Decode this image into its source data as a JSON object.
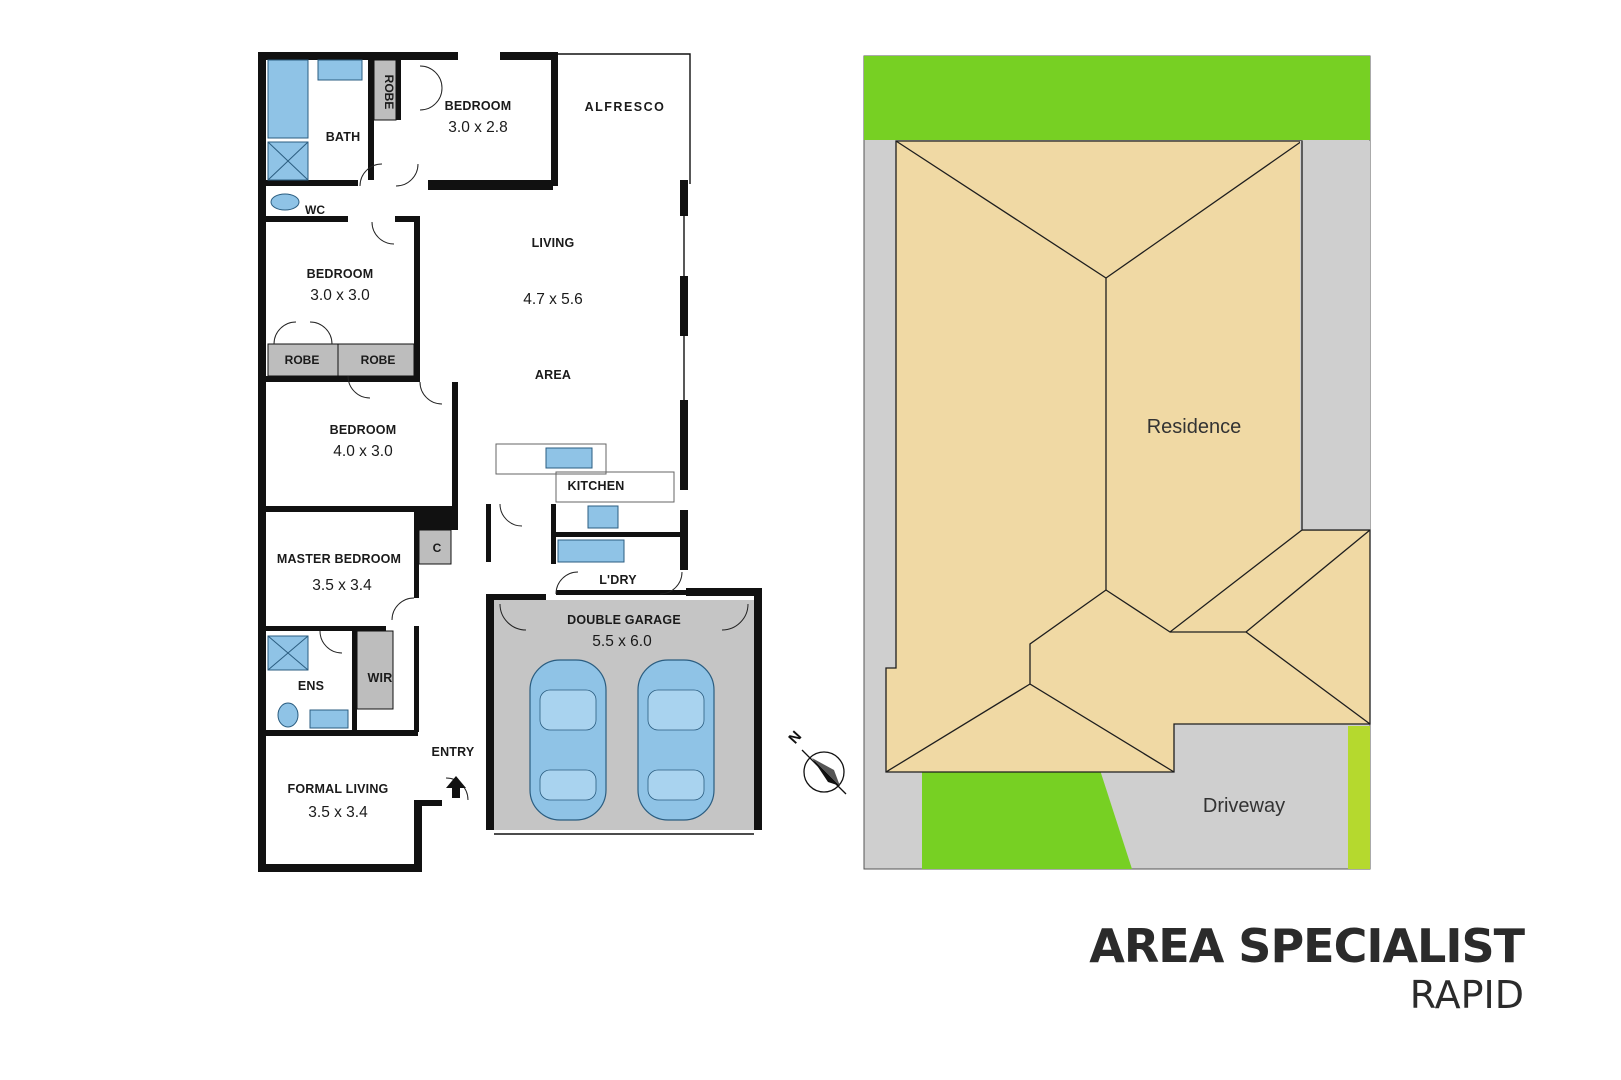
{
  "floor_plan": {
    "rooms": {
      "bath": {
        "name": "BATH"
      },
      "wc": {
        "name": "WC"
      },
      "robe_top": {
        "name": "ROBE"
      },
      "bedroom_top": {
        "name": "BEDROOM",
        "size": "3.0 x 2.8"
      },
      "alfresco": {
        "name": "ALFRESCO"
      },
      "bedroom_mid": {
        "name": "BEDROOM",
        "size": "3.0 x 3.0"
      },
      "robe_left": {
        "name": "ROBE"
      },
      "robe_right": {
        "name": "ROBE"
      },
      "living": {
        "name": "LIVING",
        "size": "4.7 x 5.6",
        "area_word": "AREA"
      },
      "bedroom_low": {
        "name": "BEDROOM",
        "size": "4.0 x 3.0"
      },
      "kitchen": {
        "name": "KITCHEN"
      },
      "cupboard": {
        "name": "C"
      },
      "laundry": {
        "name": "L'DRY"
      },
      "master": {
        "name": "MASTER BEDROOM",
        "size": "3.5 x 3.4"
      },
      "ens": {
        "name": "ENS"
      },
      "wir": {
        "name": "WIR"
      },
      "garage": {
        "name": "DOUBLE GARAGE",
        "size": "5.5 x 6.0"
      },
      "entry": {
        "name": "ENTRY"
      },
      "formal": {
        "name": "FORMAL LIVING",
        "size": "3.5 x 3.4"
      }
    },
    "compass": {
      "label": "N"
    }
  },
  "site_plan": {
    "residence_label": "Residence",
    "driveway_label": "Driveway",
    "colors": {
      "grass": "#77d023",
      "roof": "#f0d9a4",
      "paving": "#cfcfcf",
      "hedge": "#b5d92e"
    }
  },
  "brand": {
    "name": "AREA SPECIALIST",
    "sub": "RAPID"
  }
}
